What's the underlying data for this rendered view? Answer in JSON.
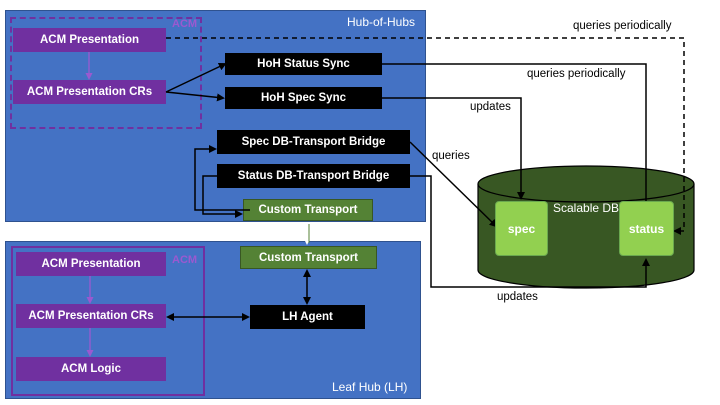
{
  "hub": {
    "title": "Hub-of-Hubs",
    "acm_tag": "ACM",
    "acm_presentation": "ACM Presentation",
    "acm_presentation_crs": "ACM Presentation CRs",
    "status_sync": "HoH Status Sync",
    "spec_sync": "HoH Spec Sync",
    "spec_bridge": "Spec DB-Transport Bridge",
    "status_bridge": "Status DB-Transport Bridge",
    "custom_transport": "Custom Transport"
  },
  "leaf": {
    "title": "Leaf Hub (LH)",
    "acm_tag": "ACM",
    "acm_presentation": "ACM Presentation",
    "acm_presentation_crs": "ACM Presentation CRs",
    "acm_logic": "ACM Logic",
    "custom_transport": "Custom Transport",
    "lh_agent": "LH Agent"
  },
  "db": {
    "title": "Scalable DB",
    "spec": "spec",
    "status": "status"
  },
  "edges": {
    "queries_periodically_top": "queries periodically",
    "queries_periodically": "queries periodically",
    "updates_top": "updates",
    "queries": "queries",
    "updates_bottom": "updates"
  },
  "colors": {
    "panel": "#4472c4",
    "acm": "#7030a0",
    "transport": "#548235",
    "db_body": "#385723",
    "db_item": "#92d050"
  }
}
